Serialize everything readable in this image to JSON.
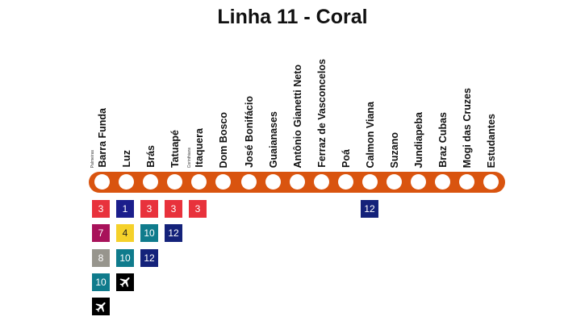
{
  "title": "Linha 11 - Coral",
  "line_color": "#d9540f",
  "stations": [
    {
      "name": "Barra Funda",
      "sub": "Palmeiras"
    },
    {
      "name": "Luz"
    },
    {
      "name": "Brás"
    },
    {
      "name": "Tatuapé"
    },
    {
      "name": "Itaquera",
      "sub": "Corinthians"
    },
    {
      "name": "Dom Bosco"
    },
    {
      "name": "José Bonifácio"
    },
    {
      "name": "Guaianases"
    },
    {
      "name": "Antônio Gianetti Neto"
    },
    {
      "name": "Ferraz de Vasconcelos"
    },
    {
      "name": "Poá"
    },
    {
      "name": "Calmon Viana"
    },
    {
      "name": "Suzano"
    },
    {
      "name": "Jundiapeba"
    },
    {
      "name": "Braz Cubas"
    },
    {
      "name": "Mogi das Cruzes"
    },
    {
      "name": "Estudantes"
    }
  ],
  "connections": [
    {
      "station": 0,
      "items": [
        {
          "label": "3",
          "color": "#e8323c"
        },
        {
          "label": "7",
          "color": "#a8125a"
        },
        {
          "label": "8",
          "color": "#97958d"
        },
        {
          "label": "10",
          "color": "#0f7b8c"
        },
        {
          "icon": "airplane-icon",
          "color": "#000000"
        }
      ]
    },
    {
      "station": 1,
      "items": [
        {
          "label": "1",
          "color": "#1b1e8c"
        },
        {
          "label": "4",
          "color": "#f5d12a",
          "text": "#222222"
        },
        {
          "label": "10",
          "color": "#0f7b8c"
        },
        {
          "icon": "airplane-icon",
          "color": "#000000"
        }
      ]
    },
    {
      "station": 2,
      "items": [
        {
          "label": "3",
          "color": "#e8323c"
        },
        {
          "label": "10",
          "color": "#0f7b8c"
        },
        {
          "label": "12",
          "color": "#14227a"
        }
      ]
    },
    {
      "station": 3,
      "items": [
        {
          "label": "3",
          "color": "#e8323c"
        },
        {
          "label": "12",
          "color": "#14227a"
        }
      ]
    },
    {
      "station": 4,
      "items": [
        {
          "label": "3",
          "color": "#e8323c"
        }
      ]
    },
    {
      "station": 11,
      "items": [
        {
          "label": "12",
          "color": "#14227a"
        }
      ]
    }
  ]
}
